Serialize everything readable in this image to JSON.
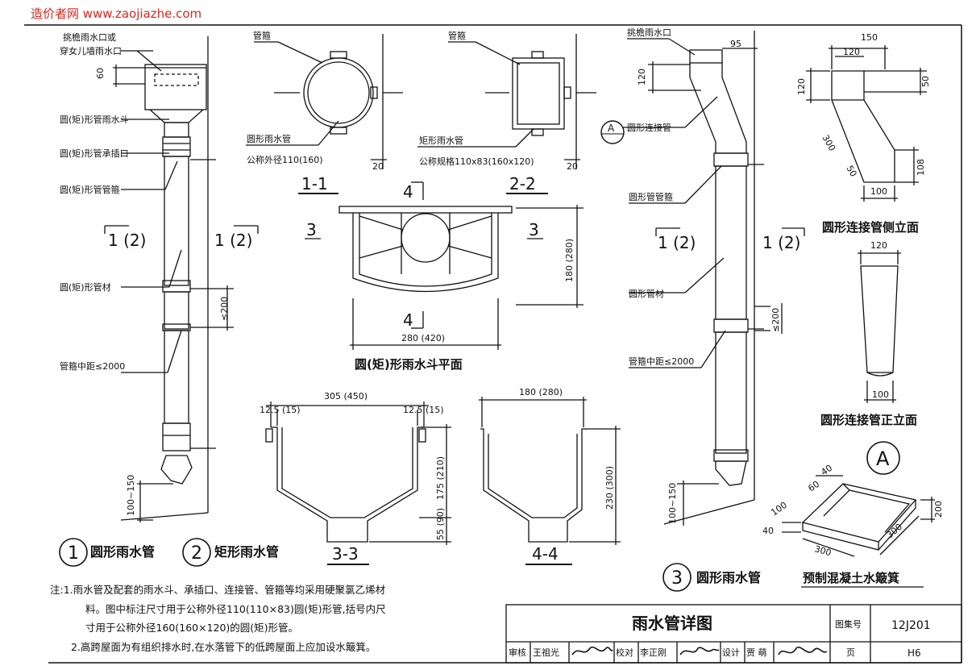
{
  "watermark": "造价者网 www.zaojiazhe.com",
  "drawing1": {
    "labels": {
      "outlet": "挑檐雨水口或",
      "outlet2": "穿女儿墙雨水口",
      "hopper": "圆(矩)形管雨水斗",
      "socket": "圆(矩)形管承插口",
      "clamp": "圆(矩)形管管箍",
      "pipe": "圆(矩)形管材",
      "spacing": "管箍中距≤2000"
    },
    "dims": {
      "d60": "60",
      "d200": "≤200",
      "d100_150": "100~150"
    },
    "section_mark_a": "1 (2)",
    "section_mark_b": "1 (2)",
    "caption1_num": "1",
    "caption1": "圆形雨水管",
    "caption2_num": "2",
    "caption2": "矩形雨水管"
  },
  "section11": {
    "clamp": "管箍",
    "pipe": "圆形雨水管",
    "size": "公称外径110(160)",
    "dim": "20",
    "title": "1-1"
  },
  "section22": {
    "clamp": "管箍",
    "pipe": "矩形雨水管",
    "size": "公称规格110x83(160x120)",
    "dim": "20",
    "title": "2-2"
  },
  "plan": {
    "cut3_left": "3",
    "cut3_right": "3",
    "cut4_top": "4",
    "cut4_bottom": "4",
    "dim_w": "280 (420)",
    "dim_h": "180 (280)",
    "title": "圆(矩)形雨水斗平面"
  },
  "section33": {
    "dim_top": "305 (450)",
    "dim_l": "12.5 (15)",
    "dim_r": "12.5 (15)",
    "dim_h1": "175 (210)",
    "dim_h2": "55 (90)",
    "title": "3-3"
  },
  "section44": {
    "dim_top": "180 (280)",
    "dim_h": "230 (300)",
    "title": "4-4"
  },
  "drawing3": {
    "labels": {
      "outlet": "挑檐雨水口",
      "connector": "圆形连接管",
      "clamp": "圆形管管箍",
      "pipe": "圆形管材",
      "spacing": "管箍中距≤2000"
    },
    "dims": {
      "d95": "95",
      "d120": "120",
      "d200": "≤200",
      "d100_150": "100~150"
    },
    "detail_marker": "A",
    "section_mark_a": "1 (2)",
    "section_mark_b": "1 (2)",
    "caption_num": "3",
    "caption": "圆形雨水管"
  },
  "side_elev": {
    "dims": {
      "d150": "150",
      "d120": "120",
      "d50": "50",
      "d120v": "120",
      "d300": "300",
      "d50b": "50",
      "d108": "108",
      "d100": "100"
    },
    "title": "圆形连接管侧立面"
  },
  "front_elev": {
    "dims": {
      "d120": "120",
      "d100": "100"
    },
    "title": "圆形连接管正立面"
  },
  "splash": {
    "marker": "A",
    "dims": {
      "d60": "60",
      "d40": "40",
      "d100": "100",
      "d40b": "40",
      "d300a": "300",
      "d300b": "300",
      "d200": "200"
    },
    "title": "预制混凝土水簸箕"
  },
  "notes": {
    "line1": "注:1.雨水管及配套的雨水斗、承插口、连接管、管箍等均采用硬聚氯乙烯材",
    "line2": "料。图中标注尺寸用于公称外径110(110×83)圆(矩)形管,括号内尺",
    "line3": "寸用于公称外径160(160×120)的圆(矩)形管。",
    "line4": "2.高跨屋面为有组织排水时,在水落管下的低跨屋面上应加设水簸箕。"
  },
  "titleblock": {
    "title": "雨水管详图",
    "atlas_label": "图集号",
    "atlas_no": "12J201",
    "page_label": "页",
    "page_no": "H6",
    "review_label": "审核",
    "reviewer": "王祖光",
    "check_label": "校对",
    "checker": "李正刚",
    "design_label": "设计",
    "designer": "贾 萌"
  }
}
